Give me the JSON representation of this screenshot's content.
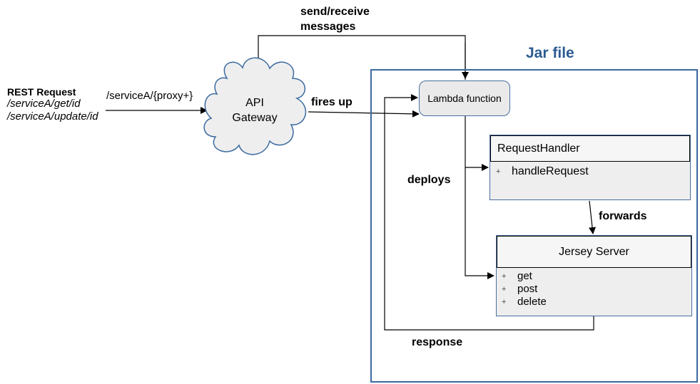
{
  "request": {
    "title": "REST Request",
    "paths": [
      "/serviceA/get/id",
      "/serviceA/update/id"
    ],
    "proxy_path": "/serviceA/{proxy+}"
  },
  "gateway": {
    "line1": "API",
    "line2": "Gateway"
  },
  "edges": {
    "send_receive_line1": "send/receive",
    "send_receive_line2": "messages",
    "fires_up": "fires up",
    "deploys": "deploys",
    "forwards": "forwards",
    "response": "response"
  },
  "jar": {
    "title": "Jar file"
  },
  "lambda": {
    "label": "Lambda function"
  },
  "request_handler": {
    "name": "RequestHandler",
    "methods": [
      {
        "marker": "+",
        "name": "handleRequest"
      }
    ]
  },
  "jersey_server": {
    "name": "Jersey Server",
    "methods": [
      {
        "marker": "+",
        "name": "get"
      },
      {
        "marker": "+",
        "name": "post"
      },
      {
        "marker": "+",
        "name": "delete"
      }
    ]
  },
  "colors": {
    "frame": "#3b6aa0",
    "jar_title": "#2c5b91",
    "node_fill": "#eaeaea"
  }
}
